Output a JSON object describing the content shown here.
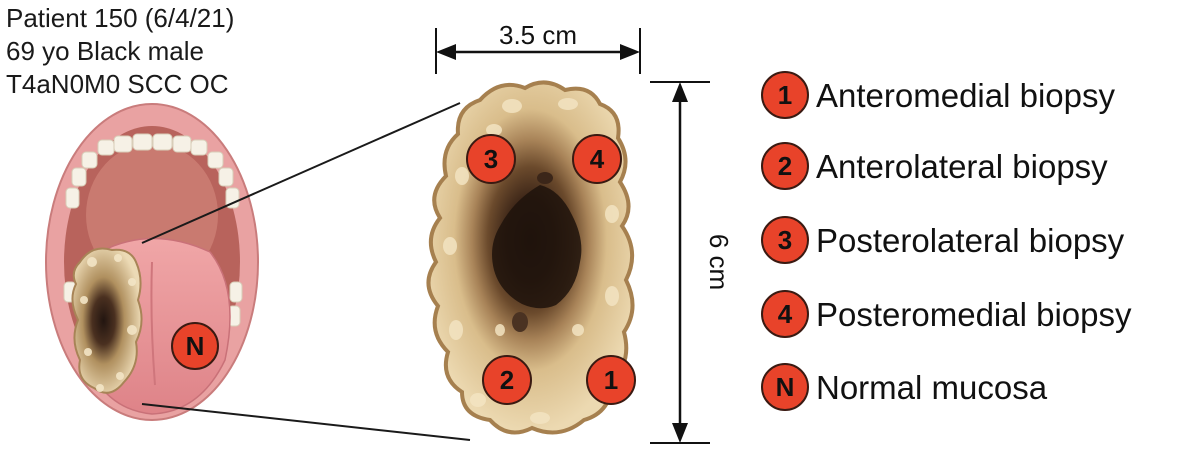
{
  "patient": {
    "line1": "Patient 150 (6/4/21)",
    "line2": "69 yo Black male",
    "line3": "T4aN0M0 SCC OC"
  },
  "dimensions": {
    "width_label": "3.5 cm",
    "height_label": "6 cm"
  },
  "badges": {
    "b1": "1",
    "b2": "2",
    "b3": "3",
    "b4": "4",
    "bn": "N"
  },
  "legend": [
    {
      "key": "1",
      "label": "Anteromedial biopsy"
    },
    {
      "key": "2",
      "label": "Anterolateral biopsy"
    },
    {
      "key": "3",
      "label": "Posterolateral biopsy"
    },
    {
      "key": "4",
      "label": "Posteromedial biopsy"
    },
    {
      "key": "N",
      "label": "Normal mucosa"
    }
  ],
  "colors": {
    "badge_fill": "#e8432a",
    "badge_stroke": "#3a1a12",
    "lesion_edge": "#b08a5a",
    "lesion_fill": "#e7d2a6",
    "lesion_core": "#2a1b12",
    "tongue": "#e38f93",
    "lips": "#e9a2a2",
    "mouth_inner": "#b8635c"
  }
}
